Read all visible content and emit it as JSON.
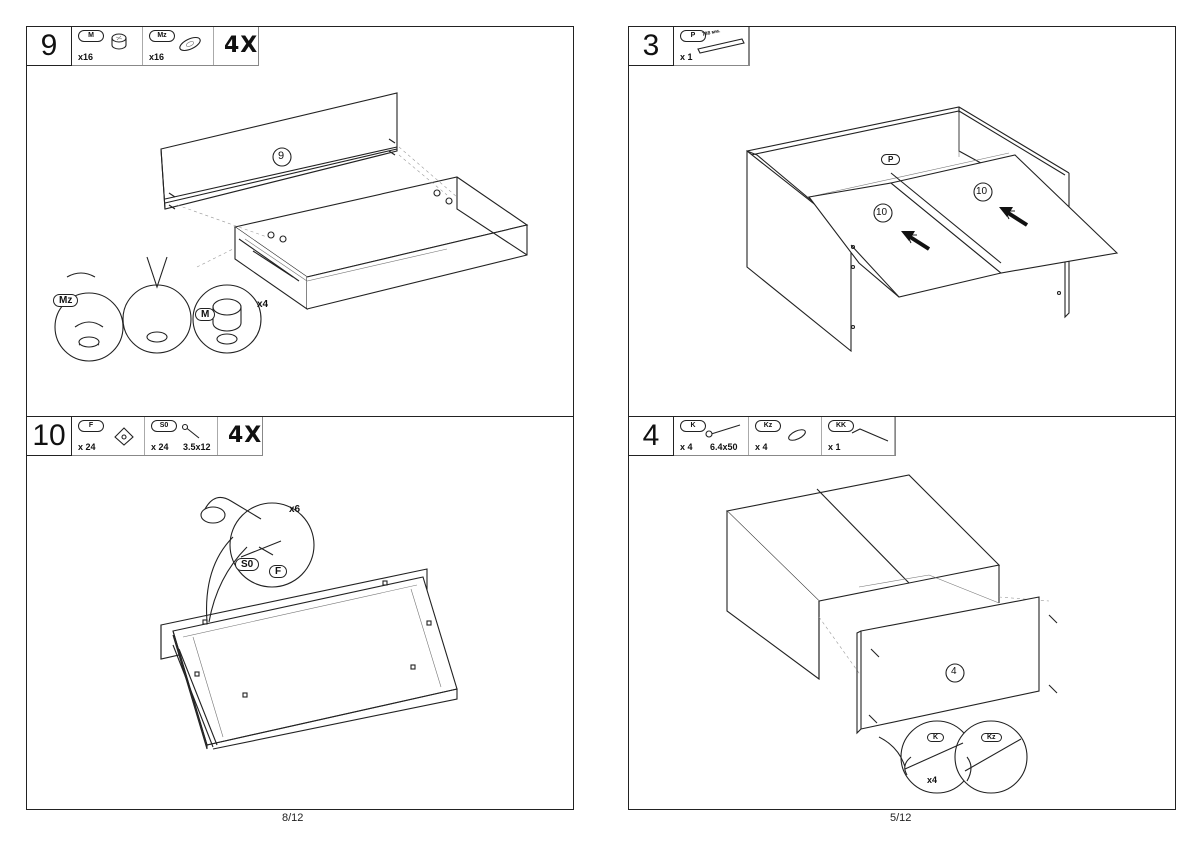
{
  "pages": {
    "left": {
      "page_label": "8/12",
      "steps": [
        {
          "number": "9",
          "parts": [
            {
              "code": "M",
              "qty": "x16",
              "icon": "cam-lock-icon"
            },
            {
              "code": "Mz",
              "qty": "x16",
              "icon": "cam-cover-icon"
            }
          ],
          "multiplier": "4X",
          "panel_label": "9",
          "callouts": {
            "mz": "Mz",
            "m": "M",
            "x4": "x4"
          }
        },
        {
          "number": "10",
          "parts": [
            {
              "code": "F",
              "qty": "x 24",
              "icon": "bracket-icon"
            },
            {
              "code": "S0",
              "qty": "x 24",
              "size": "3.5x12",
              "icon": "screw-icon"
            }
          ],
          "multiplier": "4X",
          "callouts": {
            "x6": "x6",
            "s0": "S0",
            "f": "F"
          }
        }
      ]
    },
    "right": {
      "page_label": "5/12",
      "steps": [
        {
          "number": "3",
          "parts": [
            {
              "code": "P",
              "qty": "x 1",
              "size": "788 мм.",
              "icon": "rail-icon"
            }
          ],
          "callouts": {
            "p": "P",
            "panel_a": "10",
            "panel_b": "10"
          }
        },
        {
          "number": "4",
          "parts": [
            {
              "code": "K",
              "qty": "x 4",
              "size": "6.4x50",
              "icon": "confirmat-screw-icon"
            },
            {
              "code": "Kz",
              "qty": "x 4",
              "icon": "screw-cap-icon"
            },
            {
              "code": "KK",
              "qty": "x 1",
              "icon": "hex-key-icon"
            }
          ],
          "panel_label": "4",
          "callouts": {
            "k": "K",
            "kz": "Kz",
            "x4": "x4"
          }
        }
      ]
    }
  }
}
